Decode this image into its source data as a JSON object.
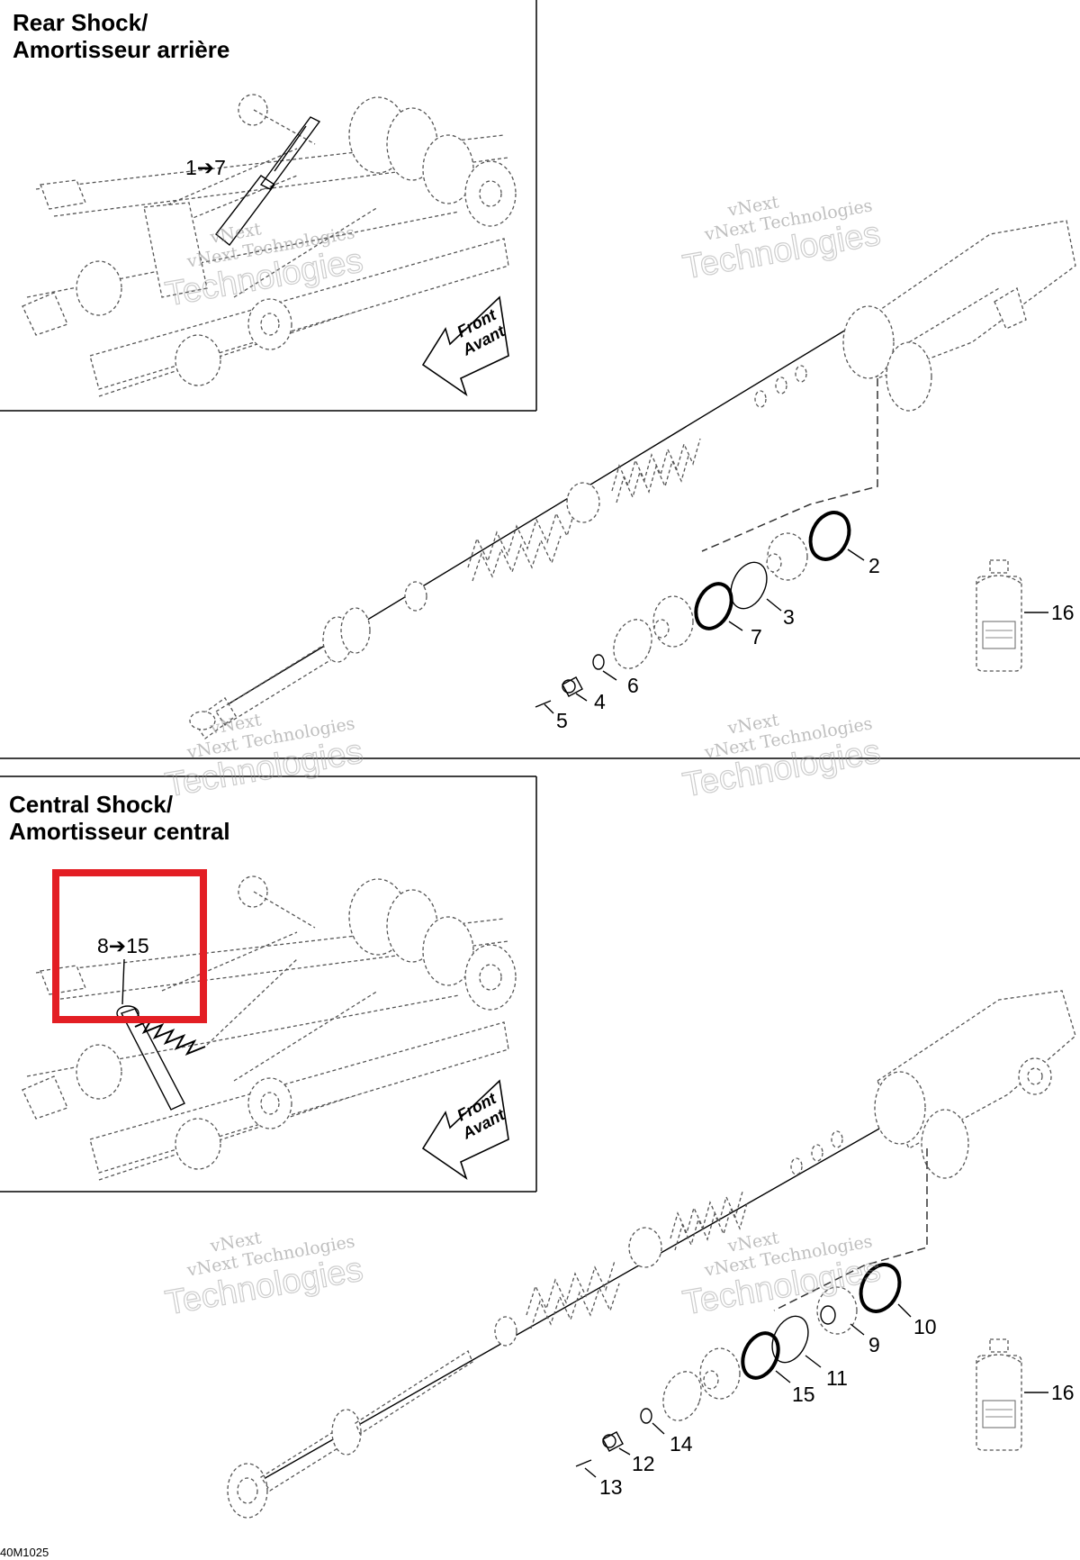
{
  "panels": {
    "rear": {
      "title_line1": "Rear Shock/",
      "title_line2": "Amortisseur arrière",
      "range_label": "1➔7"
    },
    "central": {
      "title_line1": "Central Shock/",
      "title_line2": "Amortisseur central",
      "range_label": "8➔15"
    },
    "front_arrow": {
      "line1": "Front",
      "line2": "Avant"
    }
  },
  "callouts_rear": [
    "2",
    "3",
    "4",
    "5",
    "6",
    "7",
    "16"
  ],
  "callouts_central": [
    "9",
    "10",
    "11",
    "12",
    "13",
    "14",
    "15",
    "16"
  ],
  "watermark": {
    "line1": "vNext",
    "line2": "vNext Technologies",
    "line3": "Technologies"
  },
  "diagram_code": "40M1025",
  "colors": {
    "highlight_box": "#e31e24",
    "line": "#000000",
    "dashed_part": "#555555"
  }
}
